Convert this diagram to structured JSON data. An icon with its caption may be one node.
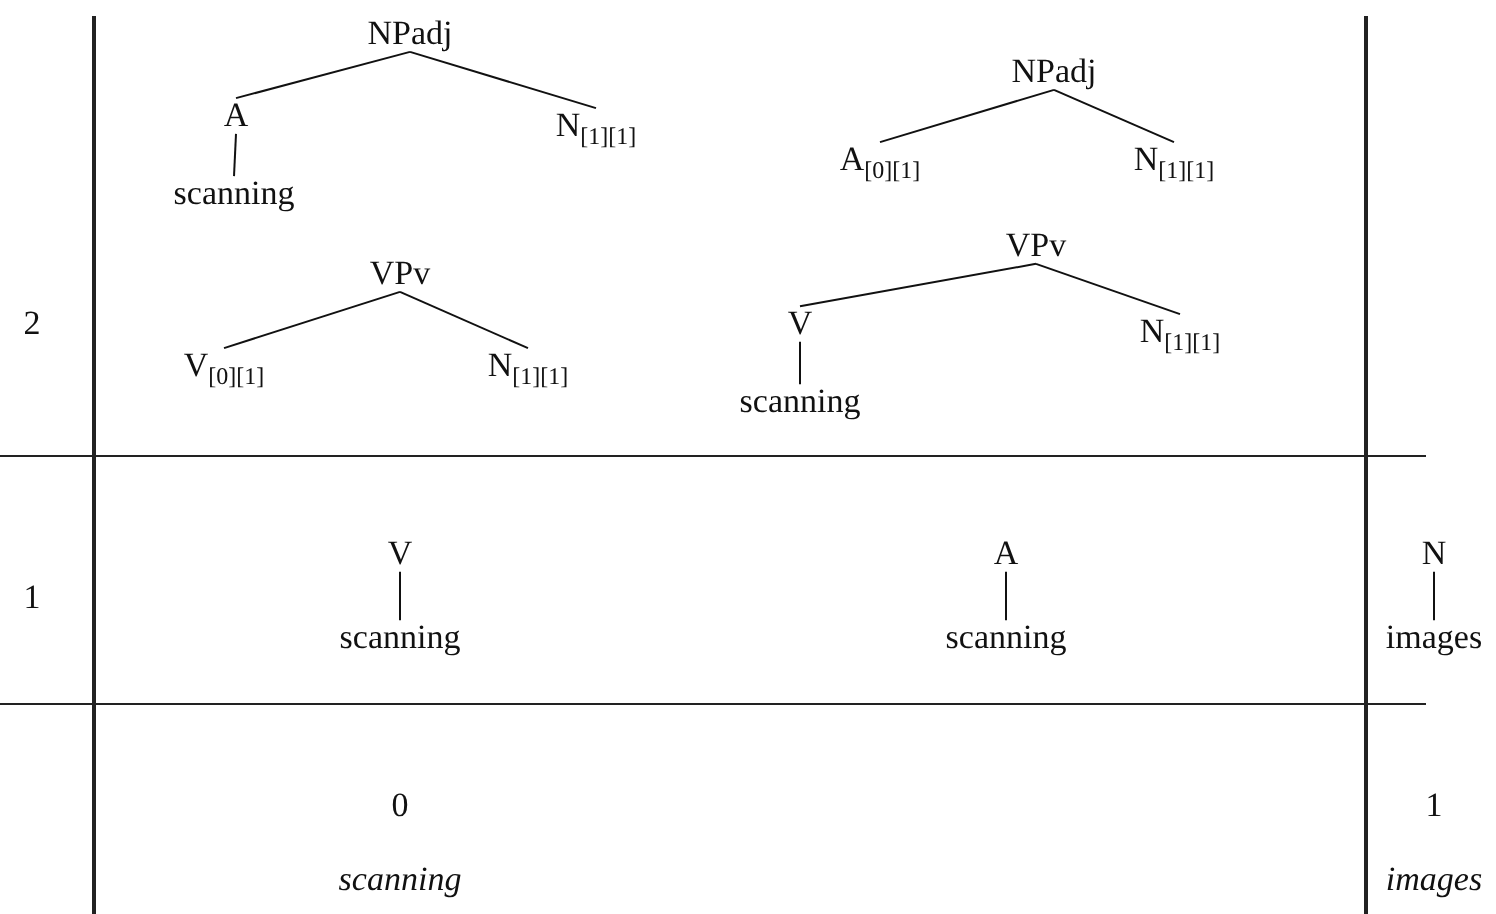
{
  "diagram": {
    "nodes": [
      {
        "text": [
          "NPadj"
        ]
      },
      {
        "text": [
          "A"
        ]
      },
      {
        "text": [
          "N$_{[1][1]}$"
        ]
      },
      {
        "text": [
          "scanning"
        ]
      },
      {
        "text": [
          "NPadj"
        ]
      },
      {
        "text": [
          "A$_{[0][1]}$"
        ]
      },
      {
        "text": [
          "N$_{[1][1]}$"
        ]
      },
      {
        "text": [
          "VPv"
        ]
      },
      {
        "text": [
          "V$_{[0][1]}$"
        ]
      },
      {
        "text": [
          "N$_{[1][1]}$"
        ]
      },
      {
        "text": [
          "VPv"
        ]
      },
      {
        "text": [
          "V"
        ]
      },
      {
        "text": [
          "N$_{[1][1]}$"
        ]
      },
      {
        "text": [
          "scanning"
        ]
      },
      {
        "text": [
          "V"
        ]
      },
      {
        "text": [
          "scanning"
        ]
      },
      {
        "text": [
          "A"
        ]
      },
      {
        "text": [
          "scanning"
        ]
      },
      {
        "text": [
          "N"
        ]
      },
      {
        "text": [
          "images"
        ]
      }
    ],
    "edges": [
      {
        "from": 0,
        "to": 1,
        "arrow": "none"
      },
      {
        "from": 0,
        "to": 2,
        "arrow": "none"
      },
      {
        "from": 1,
        "to": 3,
        "arrow": "none"
      },
      {
        "from": 4,
        "to": 5,
        "arrow": "none"
      },
      {
        "from": 4,
        "to": 6,
        "arrow": "none"
      },
      {
        "from": 7,
        "to": 8,
        "arrow": "none"
      },
      {
        "from": 7,
        "to": 9,
        "arrow": "none"
      },
      {
        "from": 10,
        "to": 11,
        "arrow": "none"
      },
      {
        "from": 10,
        "to": 12,
        "arrow": "none"
      },
      {
        "from": 11,
        "to": 13,
        "arrow": "none"
      },
      {
        "from": 14,
        "to": 15,
        "arrow": "none"
      },
      {
        "from": 16,
        "to": 17,
        "arrow": "none"
      },
      {
        "from": 18,
        "to": 19,
        "arrow": "none"
      }
    ],
    "labels": [
      "2",
      "1",
      "0",
      "1",
      "scanning",
      "images"
    ]
  }
}
